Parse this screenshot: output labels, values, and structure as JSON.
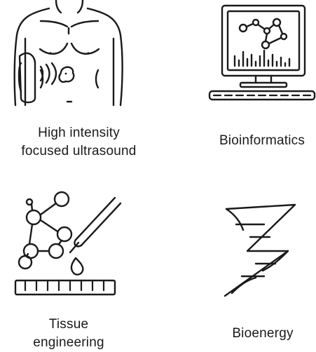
{
  "icons": [
    {
      "id": "hifu",
      "icon": "torso-ultrasound-icon",
      "lines": [
        "High intensity",
        "focused ultrasound"
      ]
    },
    {
      "id": "bioinformatics",
      "icon": "computer-molecule-icon",
      "lines": [
        "Bioinformatics"
      ]
    },
    {
      "id": "tissue",
      "icon": "molecule-pipette-icon",
      "lines": [
        "Tissue",
        "engineering"
      ]
    },
    {
      "id": "bioenergy",
      "icon": "dna-lightning-icon",
      "lines": [
        "Bioenergy"
      ]
    }
  ],
  "colors": {
    "stroke": "#1a1a1a",
    "background": "#ffffff"
  }
}
